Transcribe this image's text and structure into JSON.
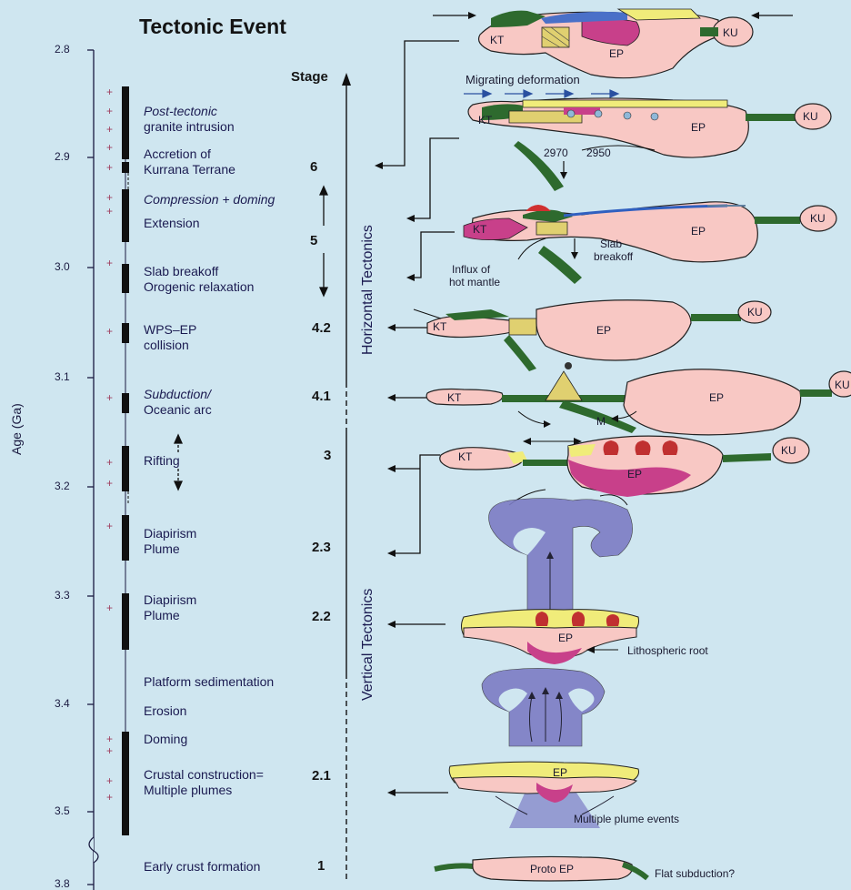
{
  "title": "Tectonic Event",
  "axis_label": "Age (Ga)",
  "ticks": [
    "2.8",
    "2.9",
    "3.0",
    "3.1",
    "3.2",
    "3.3",
    "3.4",
    "3.5",
    "3.8"
  ],
  "stage_header": "Stage",
  "events": [
    {
      "l1": "Post-tectonic",
      "l2": "granite intrusion"
    },
    {
      "l1": "Accretion of",
      "l2": "Kurrana Terrane"
    },
    {
      "l1": "Compression + doming"
    },
    {
      "l1": "Extension"
    },
    {
      "l1": "Slab breakoff",
      "l2": "Orogenic relaxation"
    },
    {
      "l1": "WPS–EP",
      "l2": "collision"
    },
    {
      "l1": "Subduction/",
      "l2": "Oceanic arc"
    },
    {
      "l1": "Rifting"
    },
    {
      "l1": "Diapirism",
      "l2": "Plume"
    },
    {
      "l1": "Diapirism",
      "l2": "Plume"
    },
    {
      "l1": "Platform sedimentation"
    },
    {
      "l1": "Erosion"
    },
    {
      "l1": "Doming"
    },
    {
      "l1": "Crustal construction=",
      "l2": "Multiple plumes"
    },
    {
      "l1": "Early crust formation"
    }
  ],
  "stages": [
    "6",
    "5",
    "4.2",
    "4.1",
    "3",
    "2.3",
    "2.2",
    "2.1",
    "1"
  ],
  "regimes": {
    "horizontal": "Horizontal Tectonics",
    "vertical": "Vertical Tectonics"
  },
  "labels": {
    "kt": "KT",
    "ku": "KU",
    "ep": "EP",
    "proto_ep": "Proto EP",
    "m": "M",
    "migrating": "Migrating deformation",
    "a2970": "2970",
    "a2950": "2950",
    "slab1": "Slab",
    "slab2": "breakoff",
    "influx1": "Influx of",
    "influx2": "hot mantle",
    "litho": "Lithospheric root",
    "multi": "Multiple plume events",
    "flat": "Flat subduction?"
  },
  "colors": {
    "background": "#cfe6f0",
    "crust": "#f8c8c4",
    "root": "#c8408a",
    "sediment": "#f0ec7a",
    "plume": "#7c7cc4",
    "slab": "#2e6a2e",
    "granite": "#c03030",
    "timeline": "#111111"
  }
}
